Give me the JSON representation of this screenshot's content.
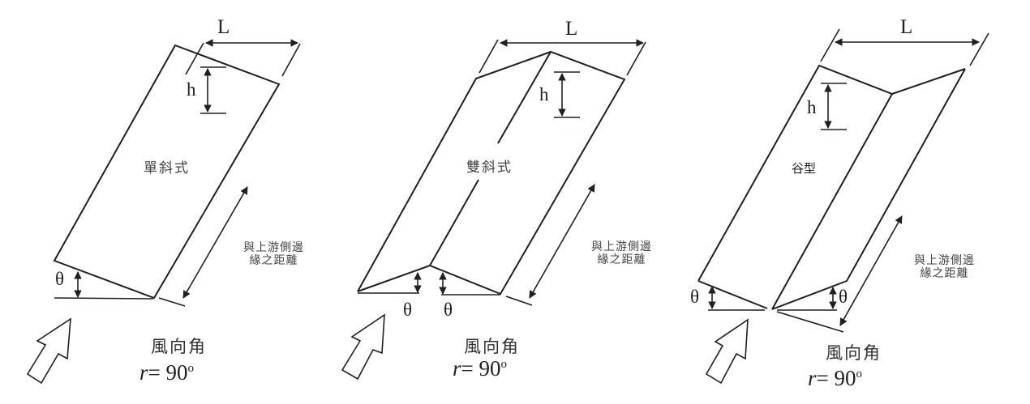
{
  "figure": {
    "panels": [
      {
        "name": "mono-slope",
        "roof_type": "單斜式",
        "dim_length": "L",
        "dim_height": "h",
        "angle_symbol": "θ",
        "distance_label_line1": "與上游側邊",
        "distance_label_line2": "緣之距離",
        "wind_label": "風向角",
        "wind_symbol": "r",
        "wind_eq": "= 90",
        "wind_unit": "o"
      },
      {
        "name": "duo-pitch",
        "roof_type": "雙斜式",
        "dim_length": "L",
        "dim_height": "h",
        "angle_symbol_left": "θ",
        "angle_symbol_right": "θ",
        "distance_label_line1": "與上游側邊",
        "distance_label_line2": "緣之距離",
        "wind_label": "風向角",
        "wind_symbol": "r",
        "wind_eq": "= 90",
        "wind_unit": "o"
      },
      {
        "name": "troughed",
        "roof_type": "谷型",
        "dim_length": "L",
        "dim_height": "h",
        "angle_symbol_left": "θ",
        "angle_symbol_right": "θ",
        "distance_label_line1": "與上游側邊",
        "distance_label_line2": "緣之距離",
        "wind_label": "風向角",
        "wind_symbol": "r",
        "wind_eq": "= 90",
        "wind_unit": "o"
      }
    ],
    "colors": {
      "line": "#231f20",
      "text": "#444444",
      "background": "#ffffff"
    }
  }
}
